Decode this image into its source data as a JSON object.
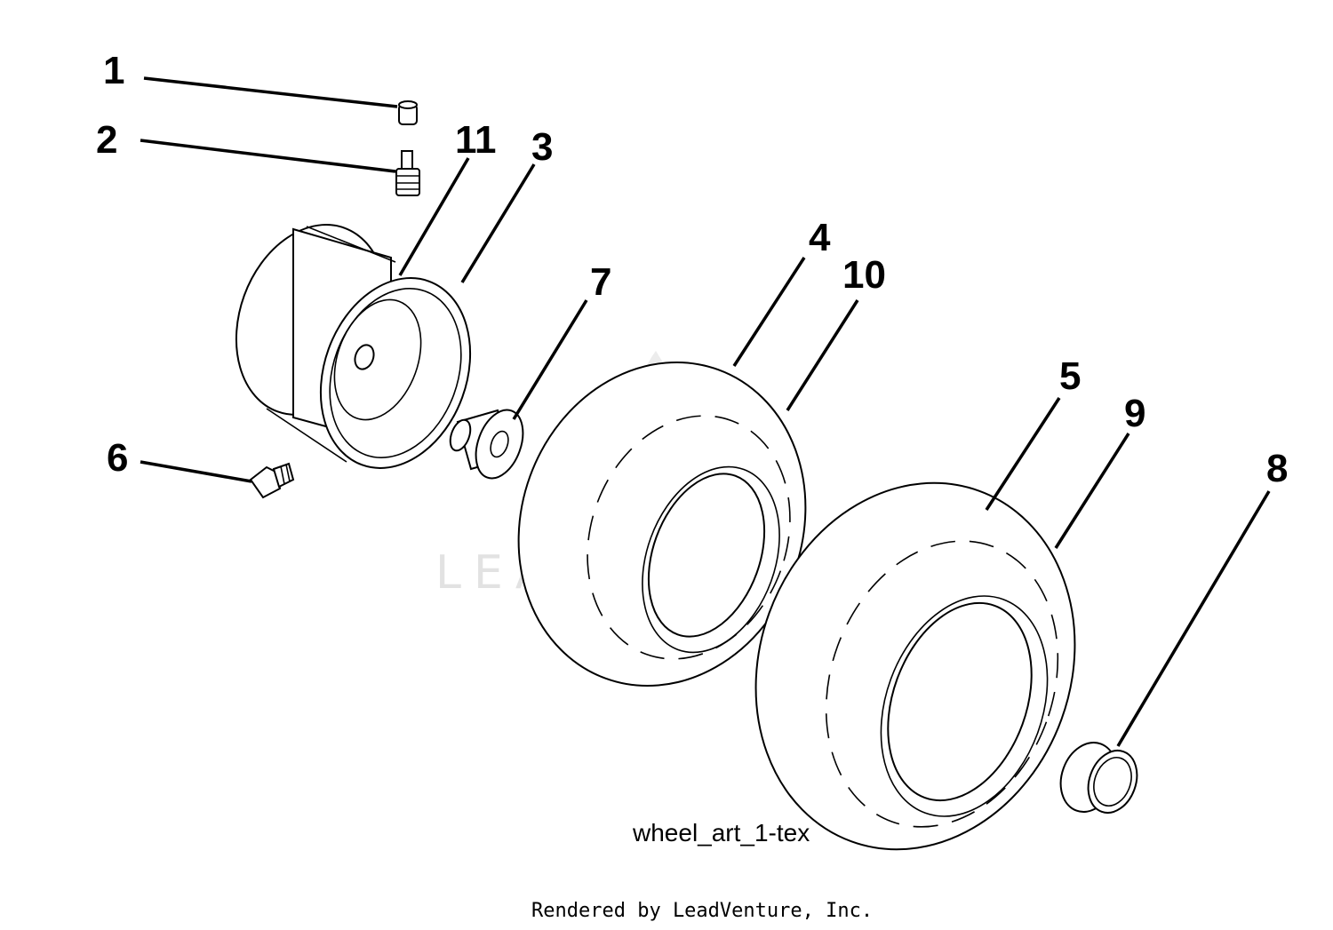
{
  "watermark": {
    "brand": "LEADVENTURE"
  },
  "callouts": [
    {
      "id": "1",
      "label": "1"
    },
    {
      "id": "2",
      "label": "2"
    },
    {
      "id": "11",
      "label": "11"
    },
    {
      "id": "3",
      "label": "3"
    },
    {
      "id": "7",
      "label": "7"
    },
    {
      "id": "4",
      "label": "4"
    },
    {
      "id": "10",
      "label": "10"
    },
    {
      "id": "5",
      "label": "5"
    },
    {
      "id": "9",
      "label": "9"
    },
    {
      "id": "8",
      "label": "8"
    },
    {
      "id": "6",
      "label": "6"
    }
  ],
  "art_label": "wheel_art_1-tex",
  "footer": "Rendered by LeadVenture, Inc."
}
